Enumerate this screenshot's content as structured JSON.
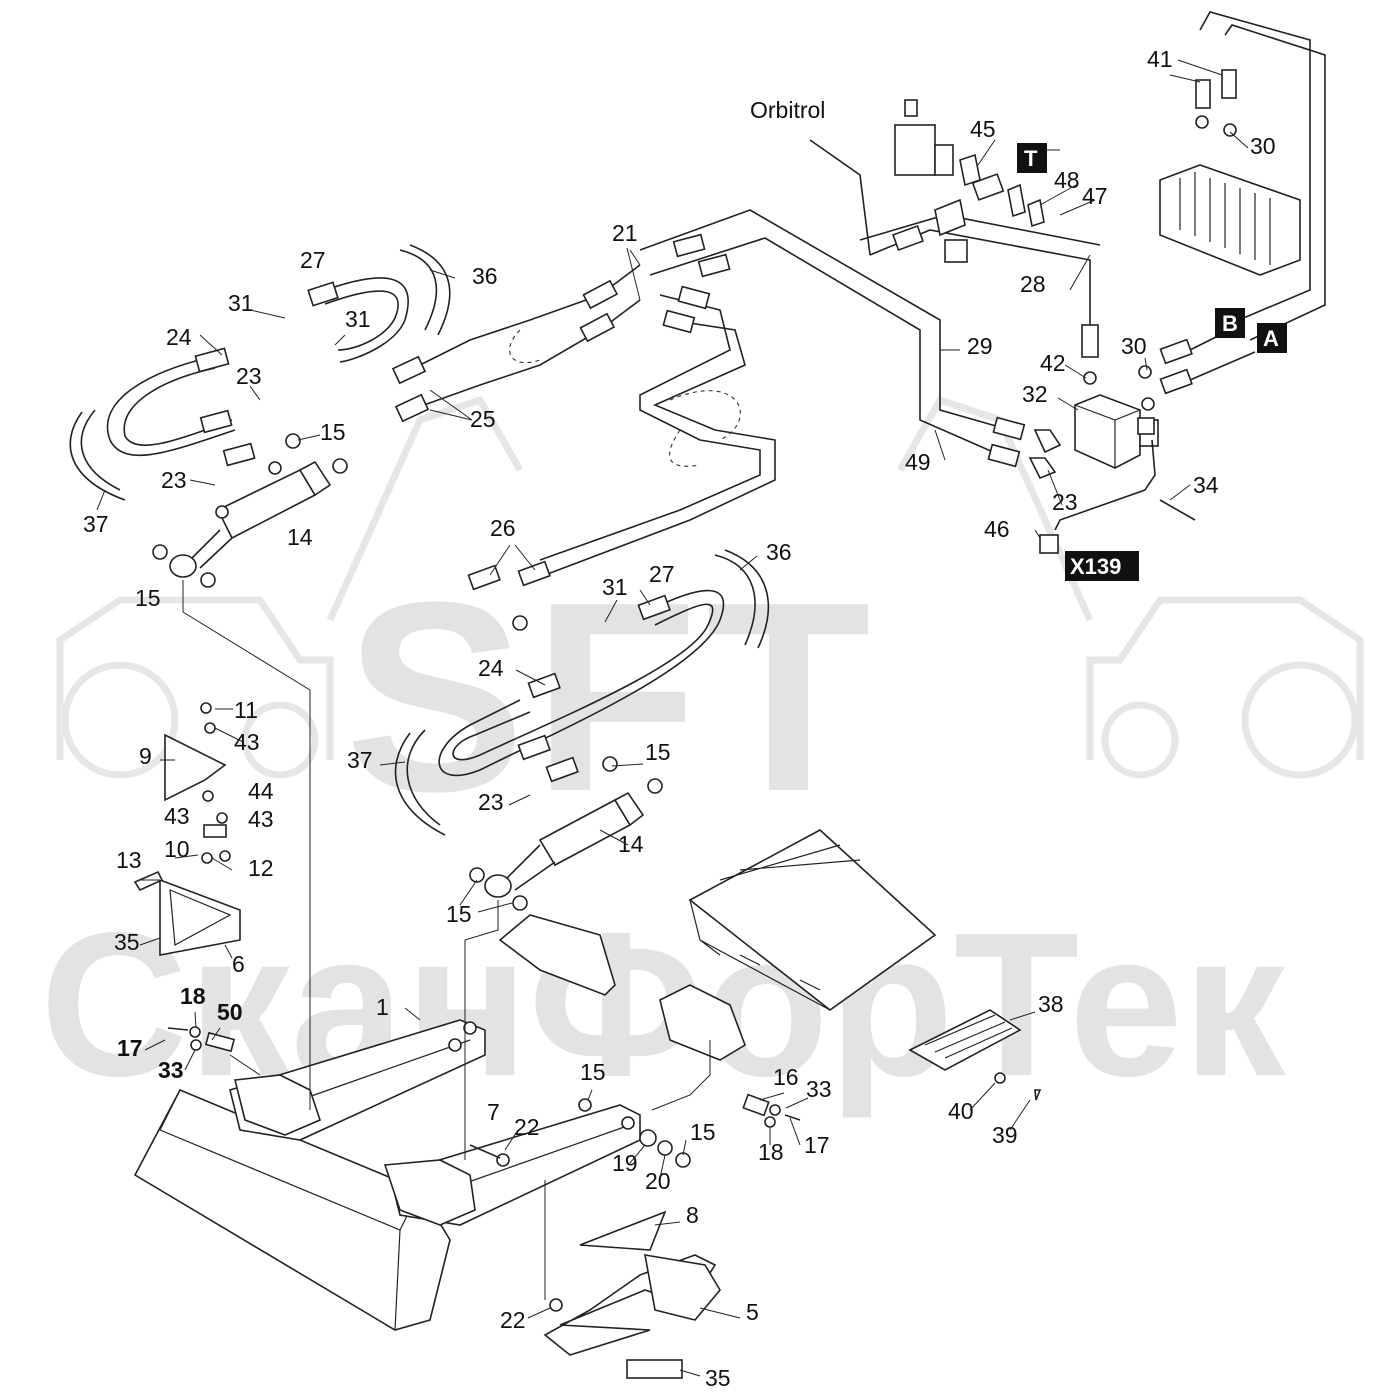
{
  "watermark": {
    "logo_text": "SFT",
    "brand_text": "СканФорТек"
  },
  "labels": {
    "orbitrol": "Orbitrol",
    "n1": "1",
    "n5": "5",
    "n6": "6",
    "n7": "7",
    "n8": "8",
    "n9": "9",
    "n10": "10",
    "n11": "11",
    "n12": "12",
    "n13": "13",
    "n14a": "14",
    "n14b": "14",
    "n15a": "15",
    "n15b": "15",
    "n15c": "15",
    "n15d": "15",
    "n15e": "15",
    "n15f": "15",
    "n16": "16",
    "n17a": "17",
    "n17b": "17",
    "n18a": "18",
    "n18b": "18",
    "n19": "19",
    "n20": "20",
    "n21": "21",
    "n22a": "22",
    "n22b": "22",
    "n23a": "23",
    "n23b": "23",
    "n23c": "23",
    "n23d": "23",
    "n24a": "24",
    "n24b": "24",
    "n25": "25",
    "n26": "26",
    "n27a": "27",
    "n27b": "27",
    "n28": "28",
    "n29": "29",
    "n30a": "30",
    "n30b": "30",
    "n31a": "31",
    "n31b": "31",
    "n31c": "31",
    "n32": "32",
    "n33a": "33",
    "n33b": "33",
    "n34": "34",
    "n35a": "35",
    "n35b": "35",
    "n36a": "36",
    "n36b": "36",
    "n37a": "37",
    "n37b": "37",
    "n38": "38",
    "n39": "39",
    "n40": "40",
    "n41": "41",
    "n42": "42",
    "n43a": "43",
    "n43b": "43",
    "n43c": "43",
    "n44": "44",
    "n45": "45",
    "n46": "46",
    "n47": "47",
    "n48": "48",
    "n49": "49",
    "n50": "50"
  },
  "tags": {
    "T": "T",
    "A": "A",
    "B": "B",
    "X139": "X139"
  }
}
